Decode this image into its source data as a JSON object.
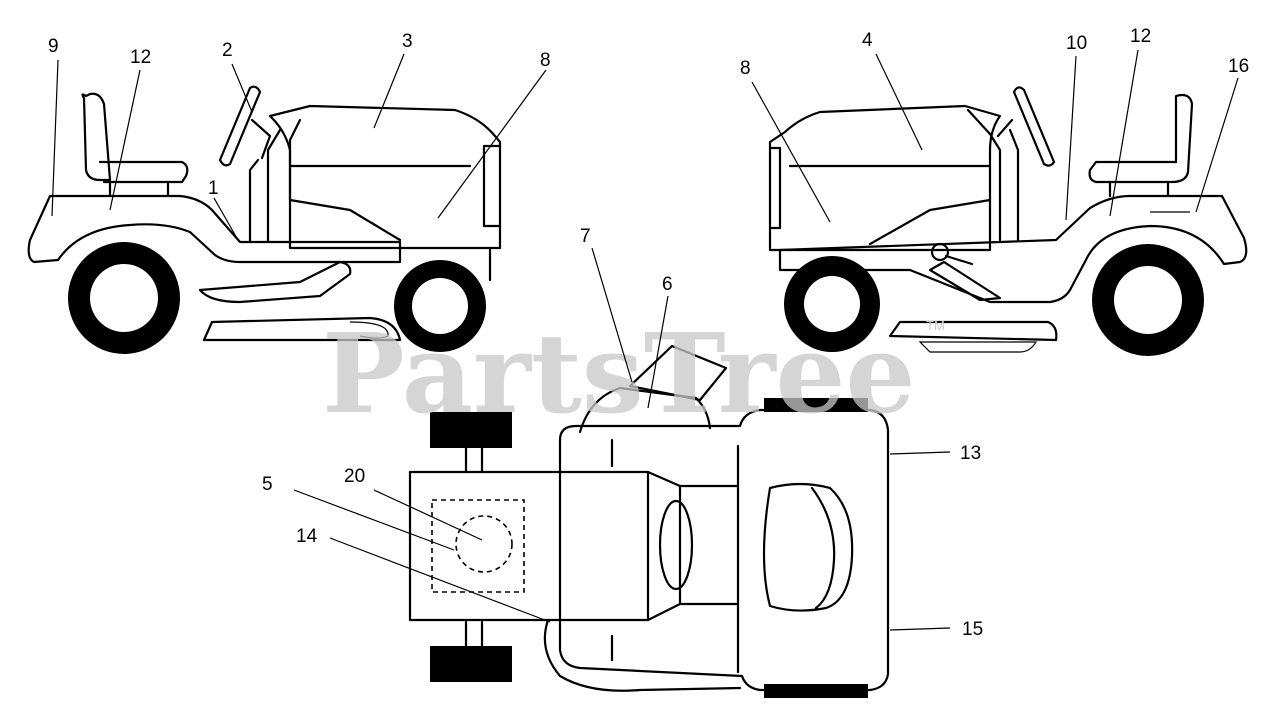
{
  "watermark": {
    "text": "PartsTree",
    "trademark": "TM"
  },
  "callouts": {
    "left_view": [
      "9",
      "12",
      "2",
      "3",
      "8",
      "1"
    ],
    "right_view": [
      "8",
      "4",
      "10",
      "12",
      "16"
    ],
    "top_view": [
      "7",
      "6",
      "20",
      "5",
      "14",
      "13",
      "15"
    ]
  }
}
